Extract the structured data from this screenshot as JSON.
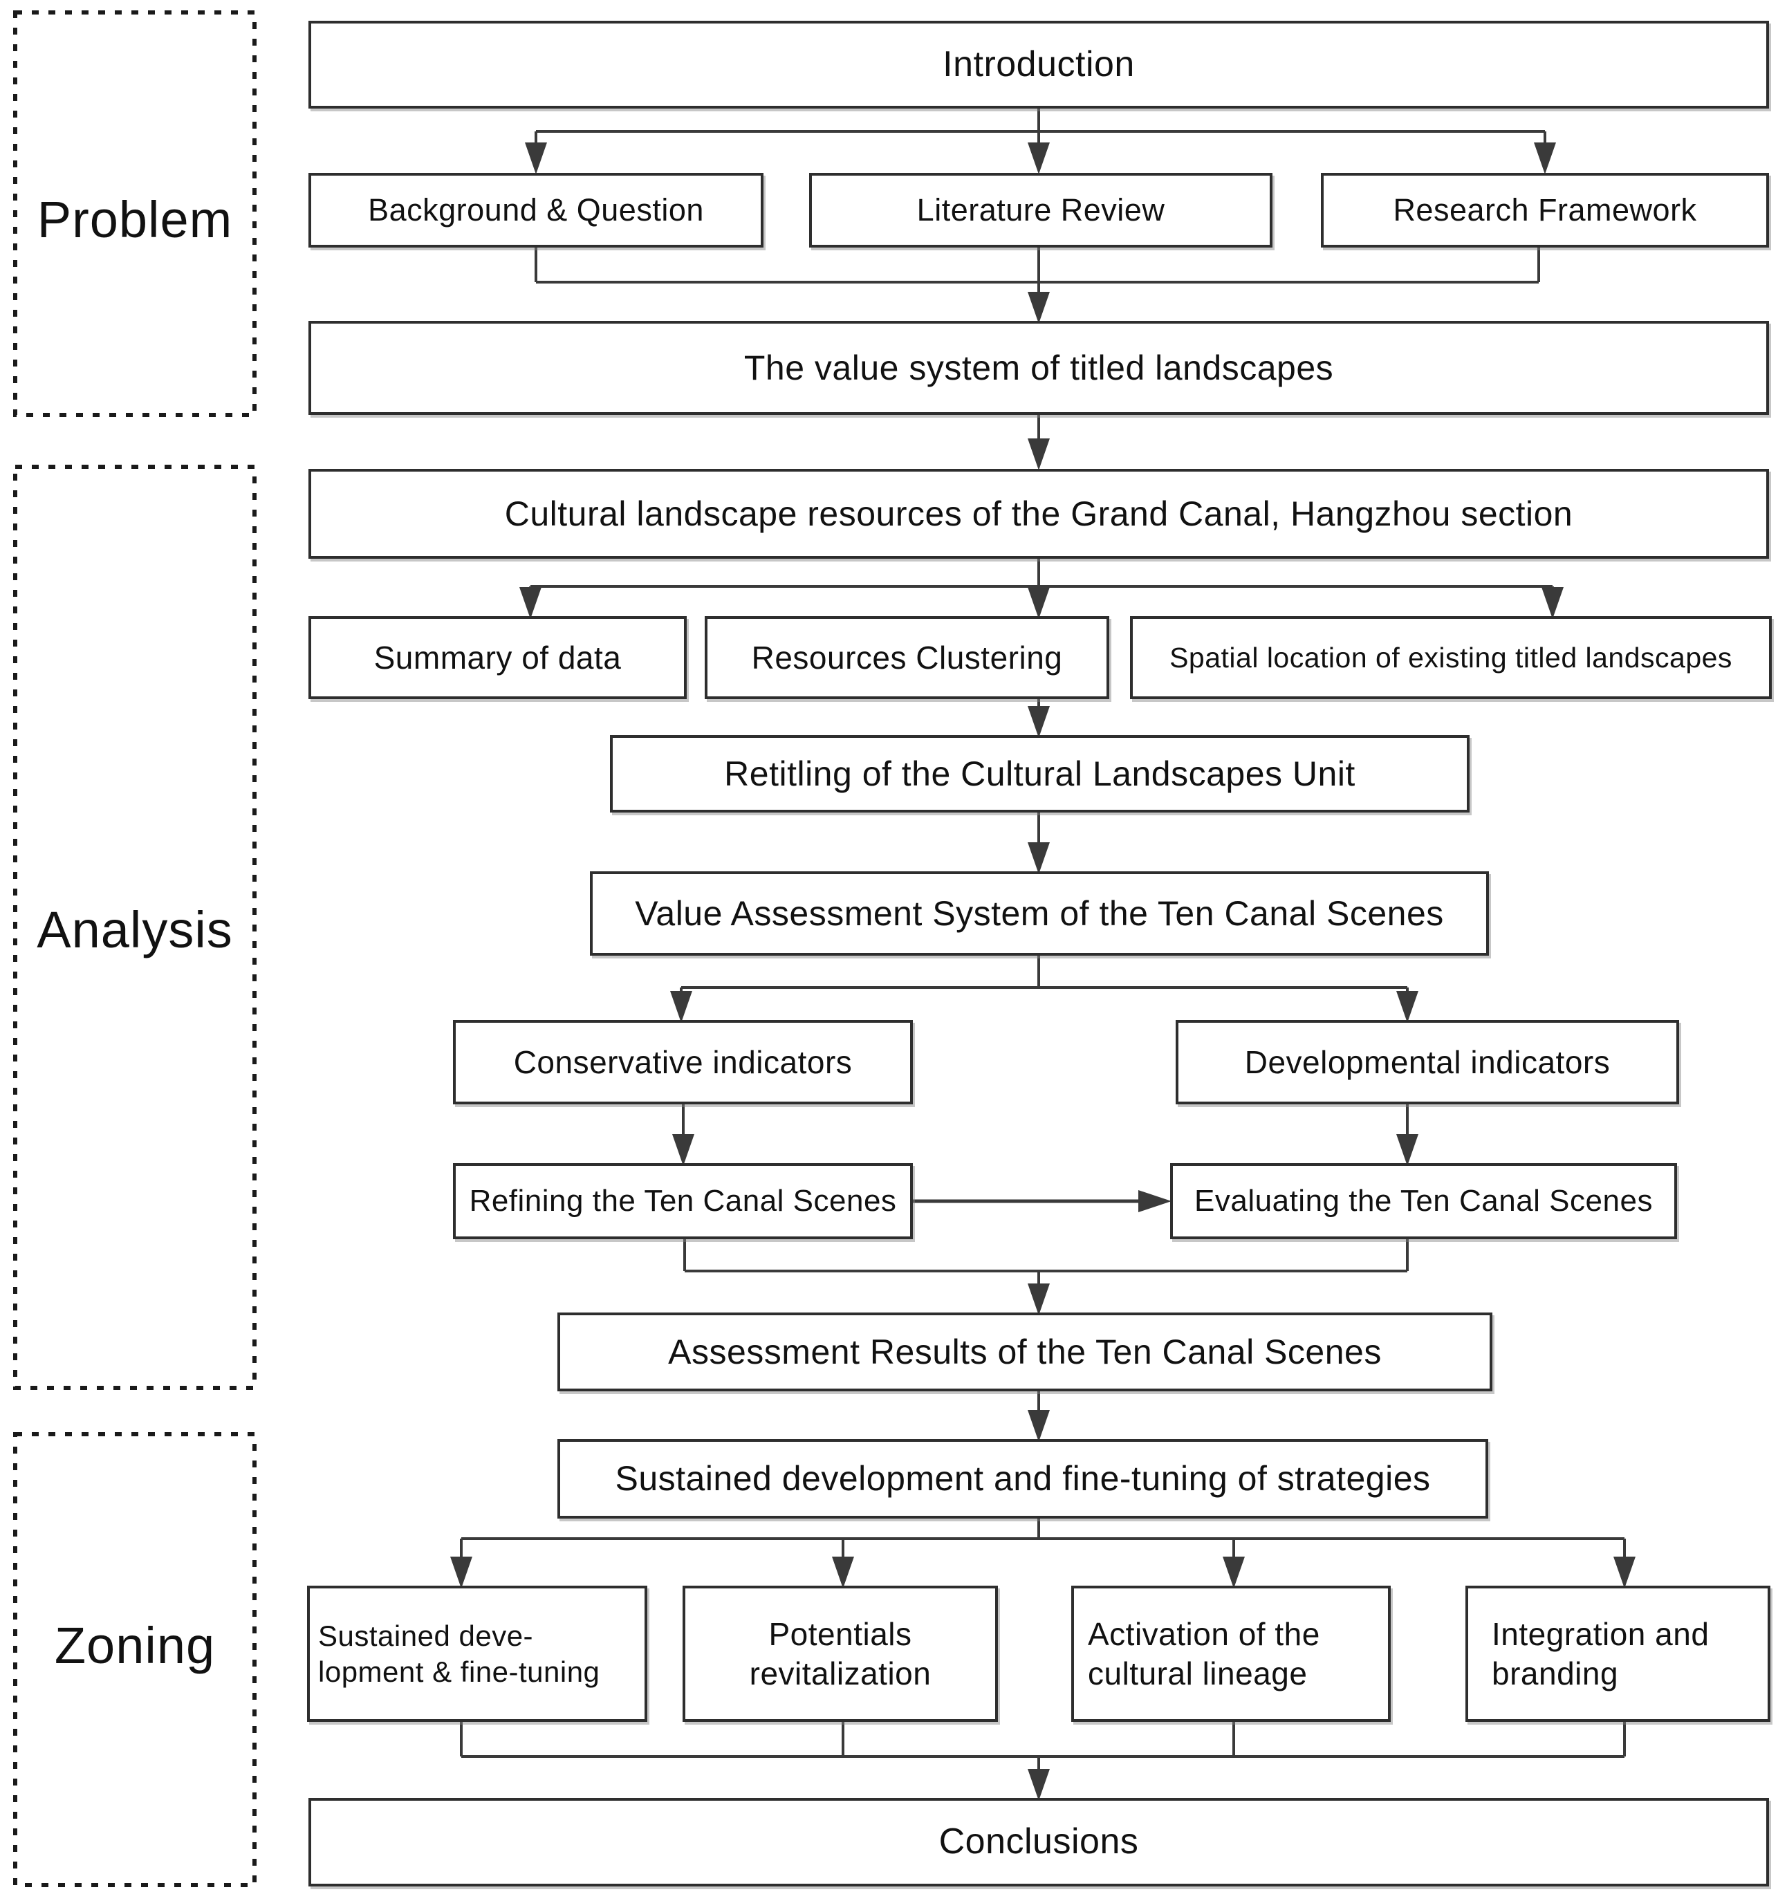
{
  "diagram": {
    "title": "Research framework flowchart",
    "phases": [
      {
        "label": "Problem"
      },
      {
        "label": "Analysis"
      },
      {
        "label": "Zoning"
      }
    ],
    "nodes": {
      "introduction": "Introduction",
      "background_question": "Background & Question",
      "literature_review": "Literature Review",
      "research_framework": "Research Framework",
      "value_system": "The value system of titled landscapes",
      "cultural_landscape": "Cultural landscape resources of the Grand Canal, Hangzhou section",
      "summary_of_data": "Summary of data",
      "resources_clustering": "Resources Clustering",
      "spatial_location": "Spatial location of existing titled landscapes",
      "retitling": "Retitling of the Cultural Landscapes Unit",
      "value_assessment": "Value Assessment System of the Ten Canal Scenes",
      "conservative_indicators": "Conservative indicators",
      "developmental_indicators": "Developmental  indicators",
      "refining": "Refining the Ten Canal Scenes",
      "evaluating": "Evaluating the Ten Canal Scenes",
      "assessment_results": "Assessment Results of the Ten Canal Scenes",
      "sustained_strategies": "Sustained development and fine-tuning of strategies",
      "sustained_dev": {
        "line1": "Sustained deve-",
        "line2": "lopment & fine-tuning"
      },
      "potentials": {
        "line1": "Potentials",
        "line2": "revitalization"
      },
      "activation": {
        "line1": "Activation of the",
        "line2": "cultural lineage"
      },
      "integration": {
        "line1": "Integration and",
        "line2": "branding"
      },
      "conclusions": "Conclusions"
    },
    "colors": {
      "line": "#3a3a3a",
      "border": "#2e2e2e",
      "text": "#111111",
      "background": "#ffffff"
    }
  }
}
